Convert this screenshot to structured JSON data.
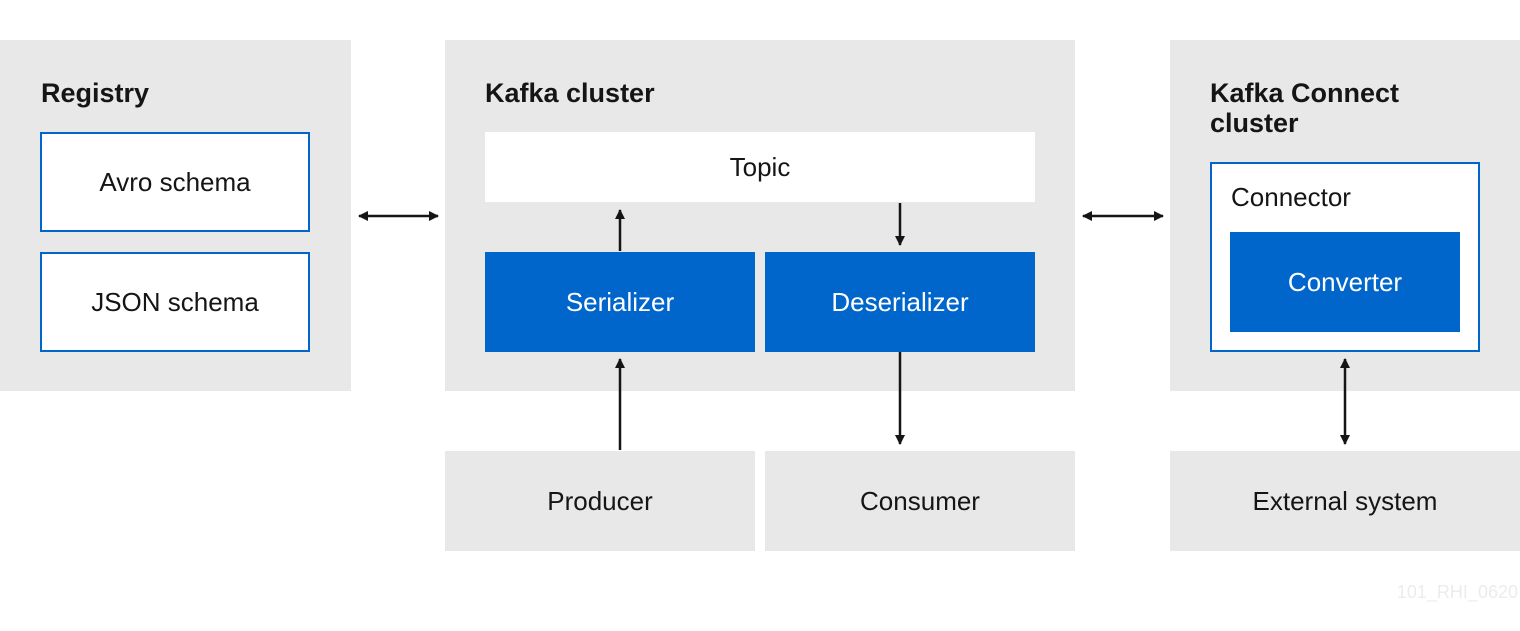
{
  "registry": {
    "title": "Registry",
    "schemas": [
      "Avro schema",
      "JSON schema"
    ]
  },
  "kafka_cluster": {
    "title": "Kafka cluster",
    "topic": "Topic",
    "serializer": "Serializer",
    "deserializer": "Deserializer"
  },
  "kafka_connect": {
    "title": "Kafka Connect cluster",
    "connector": "Connector",
    "converter": "Converter"
  },
  "clients": {
    "producer": "Producer",
    "consumer": "Consumer",
    "external": "External system"
  },
  "watermark": "101_RHI_0620",
  "colors": {
    "panel": "#e8e8e8",
    "accent": "#0066cc",
    "text": "#151515",
    "arrow": "#151515"
  }
}
